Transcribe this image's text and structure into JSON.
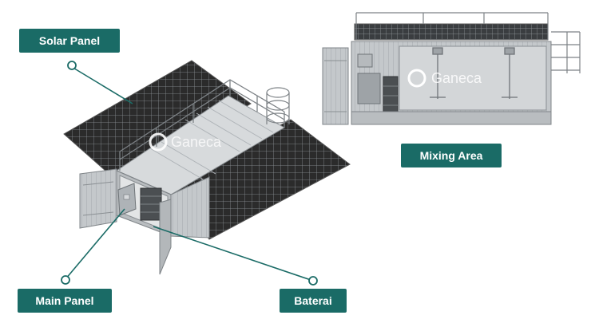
{
  "labels": {
    "solar_panel": "Solar Panel",
    "mixing_area": "Mixing Area",
    "main_panel": "Main Panel",
    "baterai": "Baterai"
  },
  "watermark": {
    "brand": "Ganeca"
  },
  "colors": {
    "accent": "#1a6b66",
    "panel_dark": "#2b2b2b",
    "steel_light": "#c9cdd0",
    "steel_mid": "#9ea3a7",
    "steel_dark": "#6f7478"
  }
}
